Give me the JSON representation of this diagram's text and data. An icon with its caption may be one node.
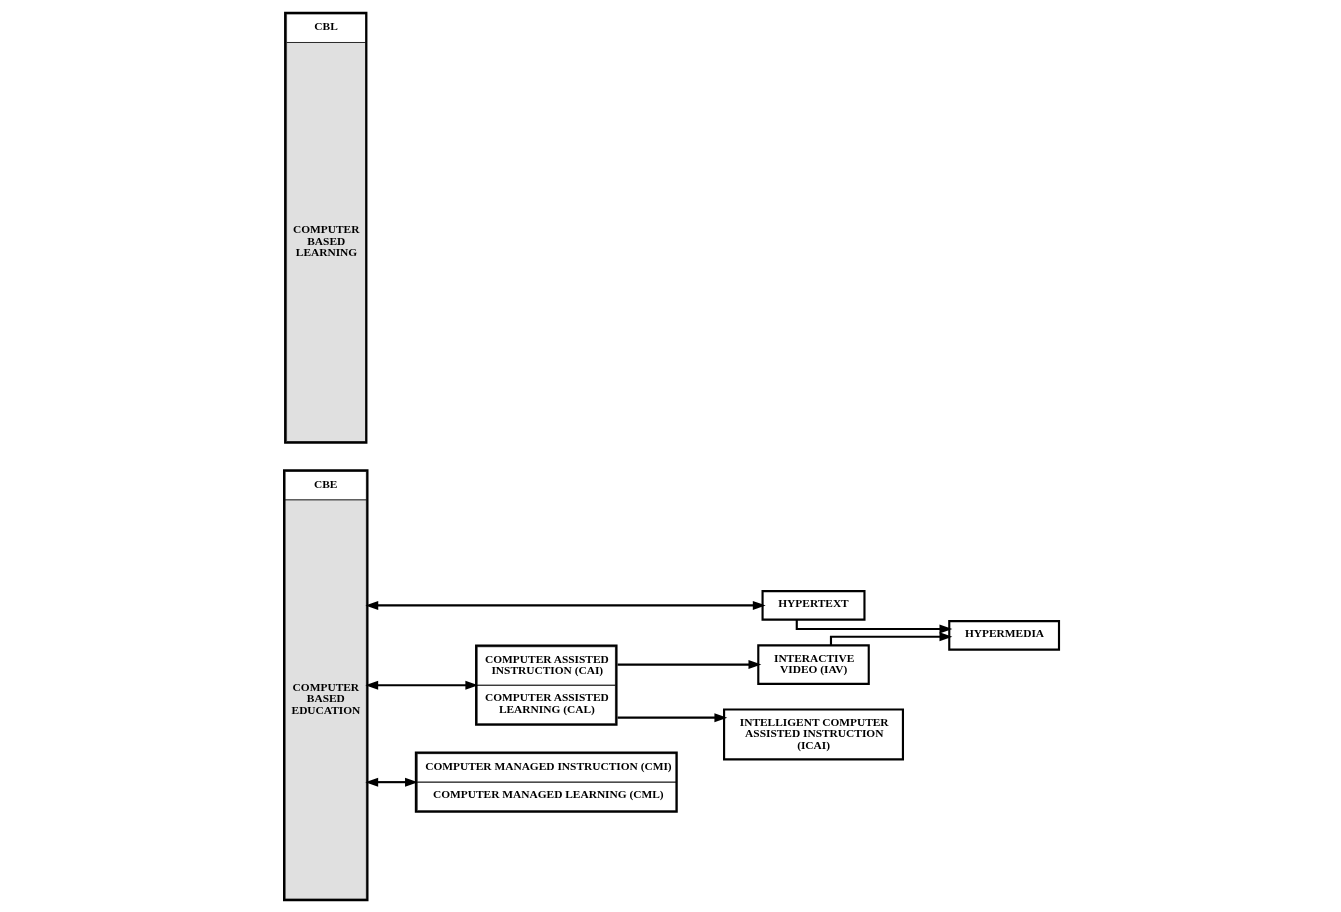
{
  "diagram": {
    "nodes": [
      {
        "text": [
          "CBL",
          "COMPUTER BASED LEARNING"
        ]
      },
      {
        "text": [
          "CBE",
          "COMPUTER BASED EDUCATION"
        ]
      },
      {
        "text": [
          "HYPERTEXT"
        ]
      },
      {
        "text": [
          "HYPERMEDIA"
        ]
      },
      {
        "text": [
          "COMPUTER ASSISTED INSTRUCTION (CAI)",
          "COMPUTER ASSISTED LEARNING (CAL)"
        ]
      },
      {
        "text": [
          "INTERACTIVE VIDEO (IAV)"
        ]
      },
      {
        "text": [
          "INTELLIGENT COMPUTER ASSISTED INSTRUCTION (ICAI)"
        ]
      },
      {
        "text": [
          "COMPUTER MANAGED INSTRUCTION (CMI)",
          "COMPUTER MANAGED LEARNING (CML)"
        ]
      }
    ],
    "edges": [
      {
        "from": 1,
        "to": 2,
        "arrow": "both"
      },
      {
        "from": 2,
        "to": 3,
        "arrow": "to"
      },
      {
        "from": 1,
        "to": 4,
        "arrow": "both"
      },
      {
        "from": 4,
        "to": 5,
        "arrow": "to"
      },
      {
        "from": 5,
        "to": 3,
        "arrow": "to"
      },
      {
        "from": 4,
        "to": 6,
        "arrow": "to"
      },
      {
        "from": 1,
        "to": 7,
        "arrow": "both"
      }
    ]
  }
}
